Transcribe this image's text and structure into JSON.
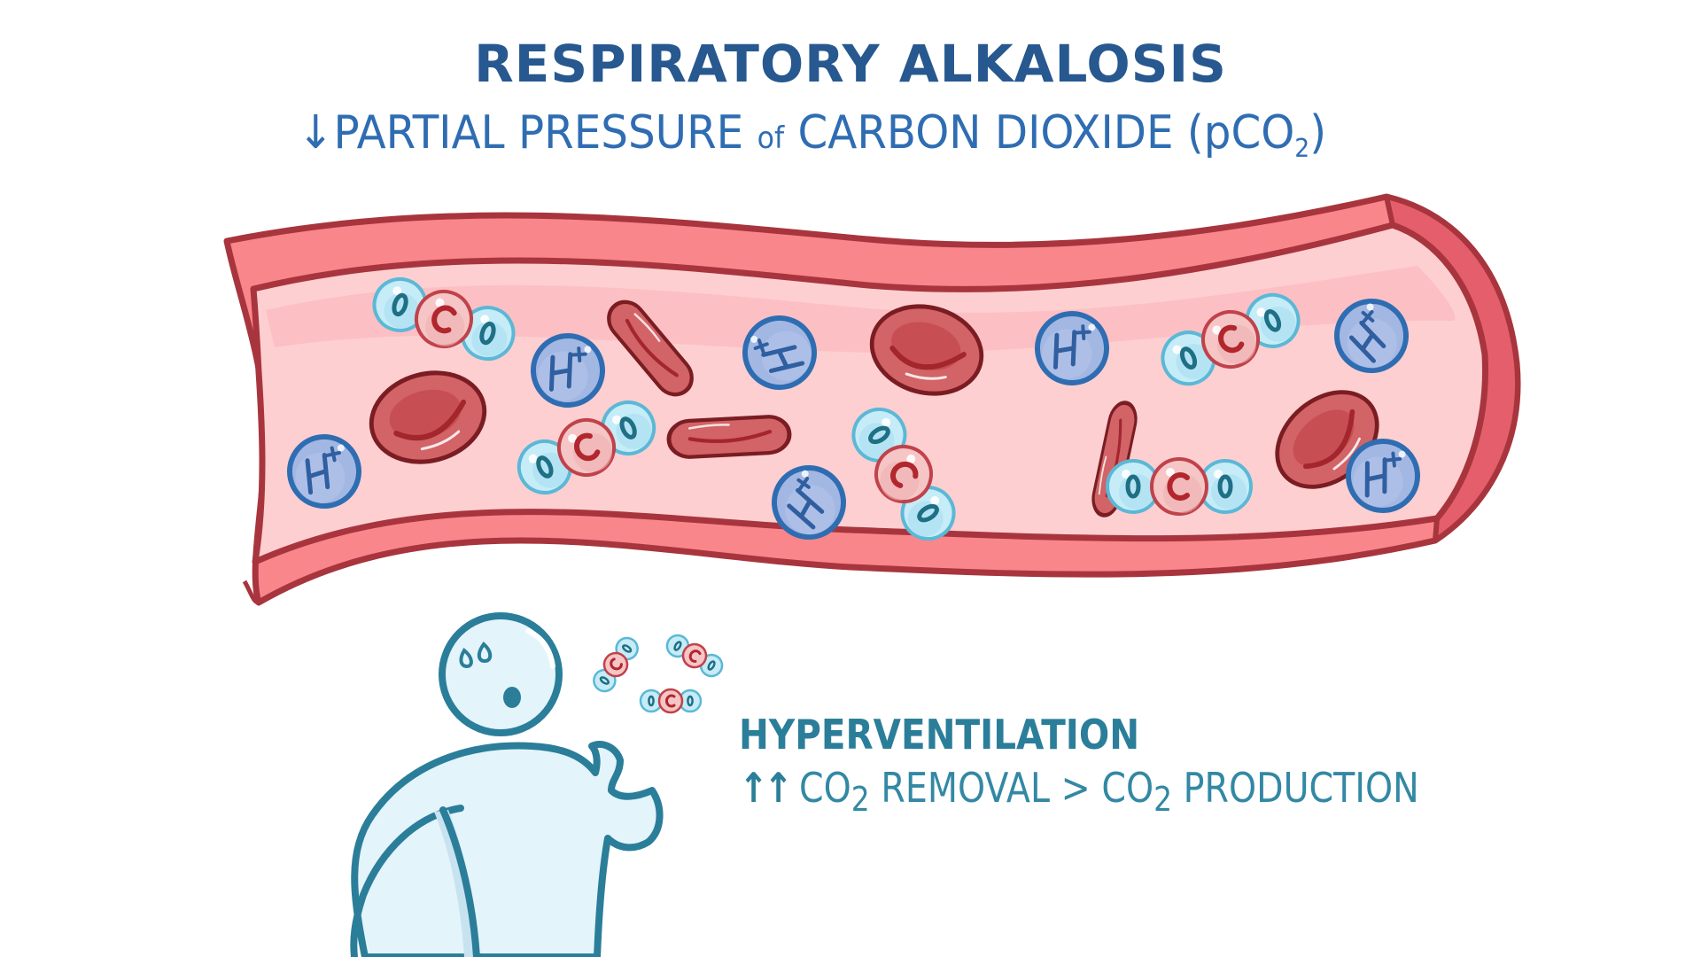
{
  "title": "RESPIRATORY ALKALOSIS",
  "subtitle": {
    "arrow": "↓",
    "text_before": "PARTIAL PRESSURE ",
    "of": "of",
    "text_after": " CARBON DIOXIDE (pCO",
    "subscript": "2",
    "close": ")"
  },
  "vessel": {
    "label": "blood vessel",
    "colors": {
      "wall": "#f9868b",
      "wall_outline": "#a8353d",
      "lumen": "#fdcfd1",
      "lumen_highlight": "#fbb5b9",
      "end_cap": "#e45f6b"
    },
    "contents": {
      "hydrogen_ions": {
        "label": "H",
        "charge": "+",
        "count": 7,
        "fill": "#a3b7e3",
        "stroke": "#2f6db2",
        "text": "#2f5fa0"
      },
      "co2_molecules": {
        "carbon": "C",
        "oxygen": "O",
        "count": 5,
        "carbon_fill": "#f6c5c6",
        "carbon_stroke": "#c0424a",
        "carbon_text": "#b2262d",
        "oxygen_fill": "#c6ecf7",
        "oxygen_stroke": "#5bb8d6",
        "oxygen_text": "#1f6f85"
      },
      "red_blood_cells": {
        "count": 6,
        "fill": "#d26366",
        "stroke": "#7a1d22"
      }
    }
  },
  "person": {
    "label": "person hyperventilating",
    "fill": "#e4f4fb",
    "stroke": "#2b7e99",
    "exhaled_co2_count": 3
  },
  "caption": {
    "heading": "HYPERVENTILATION",
    "arrows": "↑↑",
    "co2_a": "CO",
    "sub_a": "2",
    "removal": " REMOVAL > ",
    "co2_b": "CO",
    "sub_b": "2",
    "production": " PRODUCTION"
  }
}
